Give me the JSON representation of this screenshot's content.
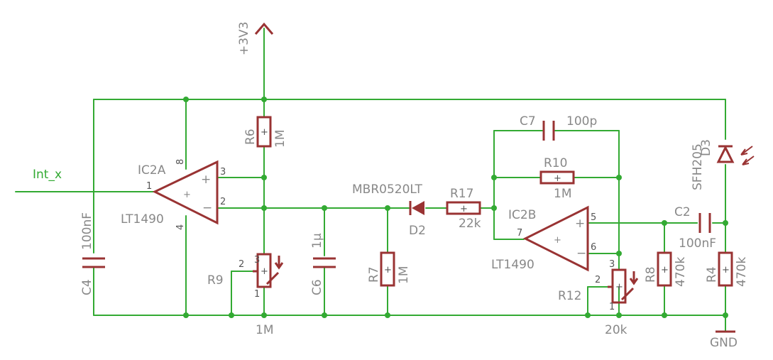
{
  "supply": {
    "label": "+3V3"
  },
  "ground": {
    "label": "GND"
  },
  "net": {
    "label": "Int_x"
  },
  "ic2a": {
    "name": "IC2A",
    "value": "LT1490",
    "pin_in_pos": "3",
    "pin_in_neg": "2",
    "pin_out": "1",
    "pin_vcc": "8",
    "pin_gnd": "4"
  },
  "ic2b": {
    "name": "IC2B",
    "value": "LT1490",
    "pin_in_pos": "5",
    "pin_in_neg": "6",
    "pin_out": "7"
  },
  "r6": {
    "name": "R6",
    "value": "1M"
  },
  "r9": {
    "name": "R9",
    "value": "1M",
    "pin1": "1",
    "pin2": "2",
    "pin3": "3"
  },
  "c4": {
    "name": "C4",
    "value": "100nF"
  },
  "c6": {
    "name": "C6",
    "value": "1µ"
  },
  "r7": {
    "name": "R7",
    "value": "1M"
  },
  "d2": {
    "name": "D2",
    "value": "MBR0520LT"
  },
  "r17": {
    "name": "R17",
    "value": "22k"
  },
  "c7": {
    "name": "C7",
    "value": "100p"
  },
  "r10": {
    "name": "R10",
    "value": "1M"
  },
  "r12": {
    "name": "R12",
    "value": "20k",
    "pin1": "1",
    "pin2": "2",
    "pin3": "3"
  },
  "r8": {
    "name": "R8",
    "value": "470k"
  },
  "c2": {
    "name": "C2",
    "value": "100nF"
  },
  "r4": {
    "name": "R4",
    "value": "470k"
  },
  "d3": {
    "name": "D3",
    "value": "SFH205"
  }
}
